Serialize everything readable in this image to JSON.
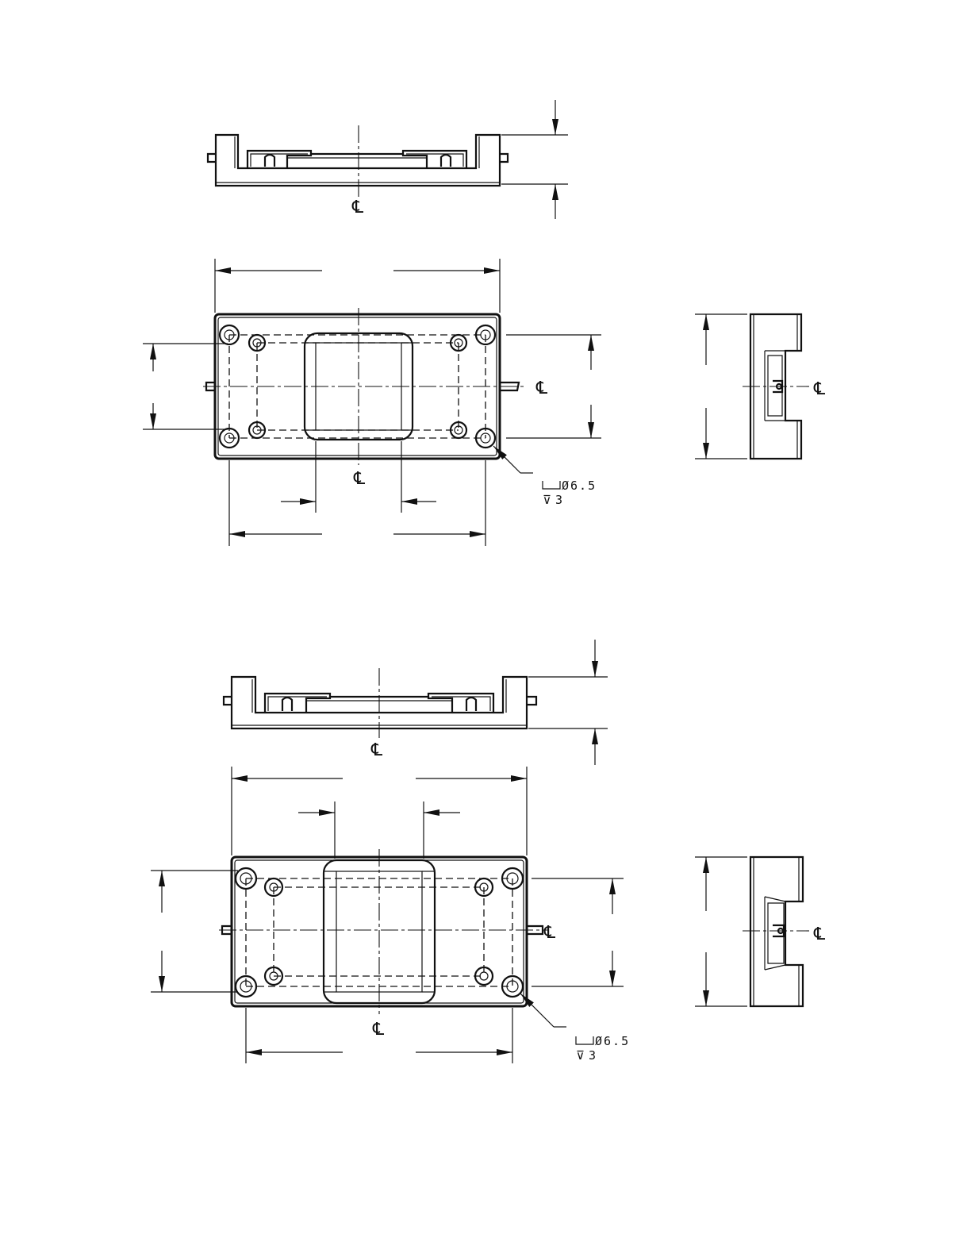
{
  "drawing": {
    "centerline_symbol": "℄",
    "views": [
      {
        "id": "upper-set",
        "hole_callout": {
          "diameter": "Ø6.5",
          "depth": "3"
        }
      },
      {
        "id": "lower-set",
        "hole_callout": {
          "diameter": "Ø6.5",
          "depth": "3"
        }
      }
    ]
  }
}
